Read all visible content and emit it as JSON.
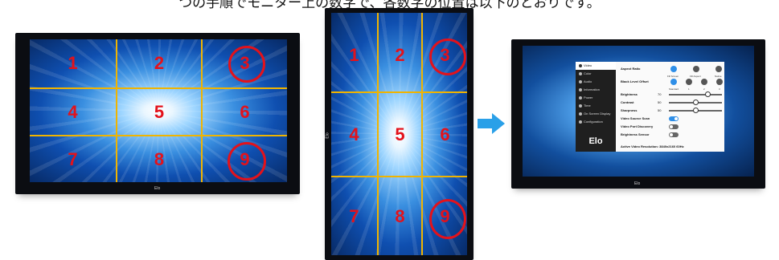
{
  "caption": "つの手順でモニター上の数字で、各数字の位置は以下のとおりです。",
  "brand_logo": "Elo",
  "colors": {
    "zone_number": "#e3121b",
    "grid_line": "#f0b400",
    "arrow": "#2aa0e8",
    "toggle_on": "#2f8fe8"
  },
  "landscape_monitor": {
    "zones": [
      "1",
      "2",
      "3",
      "4",
      "5",
      "6",
      "7",
      "8",
      "9"
    ],
    "circled_zones": [
      "3",
      "9"
    ]
  },
  "portrait_monitor": {
    "zones": [
      "1",
      "2",
      "3",
      "4",
      "5",
      "6",
      "7",
      "8",
      "9"
    ],
    "circled_zones": [
      "3",
      "9"
    ]
  },
  "arrow_icon": "arrow-right-icon",
  "osd_menu": {
    "nav_items": [
      {
        "label": "Video",
        "active": true
      },
      {
        "label": "Color",
        "active": false
      },
      {
        "label": "Audio",
        "active": false
      },
      {
        "label": "Information",
        "active": false
      },
      {
        "label": "Power",
        "active": false
      },
      {
        "label": "Time",
        "active": false
      },
      {
        "label": "On Screen Display",
        "active": false
      },
      {
        "label": "Configuration",
        "active": false
      }
    ],
    "brand": "Elo",
    "settings": {
      "aspect_ratio": "Aspect Ratio",
      "aspect_options": [
        "Fill Screen",
        "Fill Aspect",
        "Native"
      ],
      "black_level_offset": "Black Level Offset",
      "black_level_options": [
        "Standard",
        "1",
        "2",
        "3"
      ],
      "brightness": "Brightness",
      "brightness_value": "70",
      "contrast": "Contrast",
      "contrast_value": "50",
      "sharpness": "Sharpness",
      "sharpness_value": "50",
      "video_source_scan": "Video Source Scan",
      "video_port_discovery": "Video Port Discovery",
      "brightness_sensor": "Brightness Sensor"
    },
    "footer": "Active Video Resolution: 3840x2160  60Hz"
  }
}
